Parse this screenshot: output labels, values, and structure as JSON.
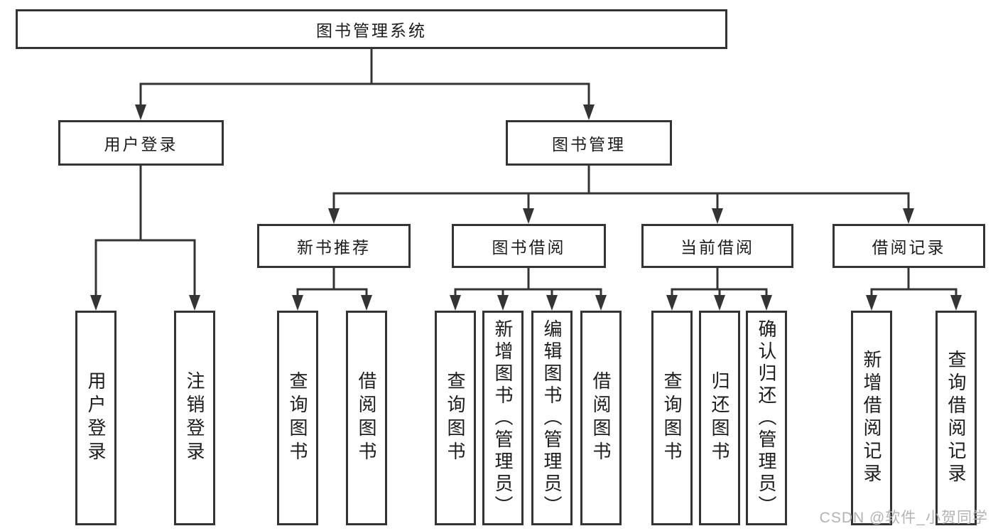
{
  "diagram": {
    "root": {
      "label": "图书管理系统"
    },
    "level2": {
      "user_login": {
        "label": "用户登录"
      },
      "book_mgmt": {
        "label": "图书管理"
      }
    },
    "level3": {
      "new_book_rec": {
        "label": "新书推荐"
      },
      "book_borrow": {
        "label": "图书借阅"
      },
      "current_borrow": {
        "label": "当前借阅"
      },
      "borrow_records": {
        "label": "借阅记录"
      }
    },
    "leaves": {
      "user_login": {
        "label": "用户登录"
      },
      "logout": {
        "label": "注销登录"
      },
      "query_book_1": {
        "label": "查询图书"
      },
      "borrow_book_1": {
        "label": "借阅图书"
      },
      "query_book_2": {
        "label": "查询图书"
      },
      "add_book": {
        "label": "新增图书（管理员）"
      },
      "edit_book": {
        "label": "编辑图书（管理员）"
      },
      "borrow_book_2": {
        "label": "借阅图书"
      },
      "query_book_3": {
        "label": "查询图书"
      },
      "return_book": {
        "label": "归还图书"
      },
      "confirm_return": {
        "label": "确认归还（管理员）"
      },
      "add_borrow_record": {
        "label": "新增借阅记录"
      },
      "query_borrow_record": {
        "label": "查询借阅记录"
      }
    },
    "edges": [
      {
        "parent": "图书管理系统",
        "children": [
          "用户登录",
          "图书管理"
        ]
      },
      {
        "parent": "用户登录",
        "children": [
          "用户登录",
          "注销登录"
        ]
      },
      {
        "parent": "图书管理",
        "children": [
          "新书推荐",
          "图书借阅",
          "当前借阅",
          "借阅记录"
        ]
      },
      {
        "parent": "新书推荐",
        "children": [
          "查询图书",
          "借阅图书"
        ]
      },
      {
        "parent": "图书借阅",
        "children": [
          "查询图书",
          "新增图书（管理员）",
          "编辑图书（管理员）",
          "借阅图书"
        ]
      },
      {
        "parent": "当前借阅",
        "children": [
          "查询图书",
          "归还图书",
          "确认归还（管理员）"
        ]
      },
      {
        "parent": "借阅记录",
        "children": [
          "新增借阅记录",
          "查询借阅记录"
        ]
      }
    ]
  },
  "watermark": {
    "text": "CSDN @软件_小贺同学"
  },
  "colors": {
    "line": "#343434",
    "text": "#1c1c1c",
    "background": "#ffffff",
    "watermark": "#b3b3b3"
  }
}
